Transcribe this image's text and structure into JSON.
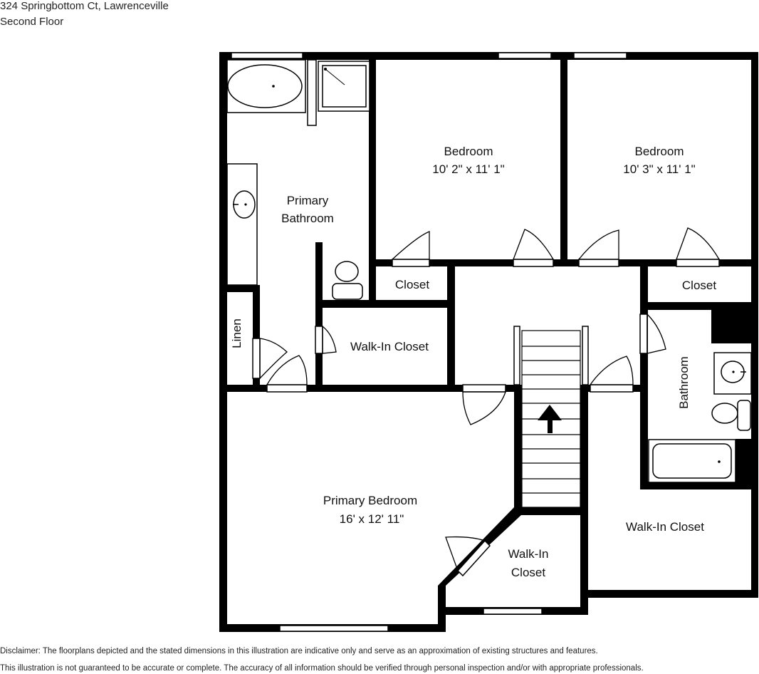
{
  "header": {
    "address": "324 Springbottom Ct, Lawrenceville",
    "floor": "Second Floor"
  },
  "rooms": {
    "primary_bathroom": [
      "Primary",
      "Bathroom"
    ],
    "bedroom_1": {
      "name": "Bedroom",
      "dims": "10' 2\" x 11' 1\""
    },
    "bedroom_2": {
      "name": "Bedroom",
      "dims": "10' 3\" x 11' 1\""
    },
    "closet_1": "Closet",
    "closet_2": "Closet",
    "linen": "Linen",
    "walkin_closet_1": "Walk-In Closet",
    "bathroom": "Bathroom",
    "primary_bedroom": {
      "name": "Primary Bedroom",
      "dims": "16' x 12' 11\""
    },
    "walkin_closet_2": [
      "Walk-In",
      "Closet"
    ],
    "walkin_closet_3": "Walk-In Closet"
  },
  "disclaimer": {
    "line1": "Disclaimer: The floorplans depicted and the stated dimensions in this illustration are indicative only and serve as an approximation of existing structures and features.",
    "line2": "This illustration is not guaranteed to be accurate or complete. The accuracy of all information should be verified through personal inspection and/or with appropriate professionals."
  },
  "colors": {
    "wall": "#000000",
    "background": "#ffffff"
  }
}
